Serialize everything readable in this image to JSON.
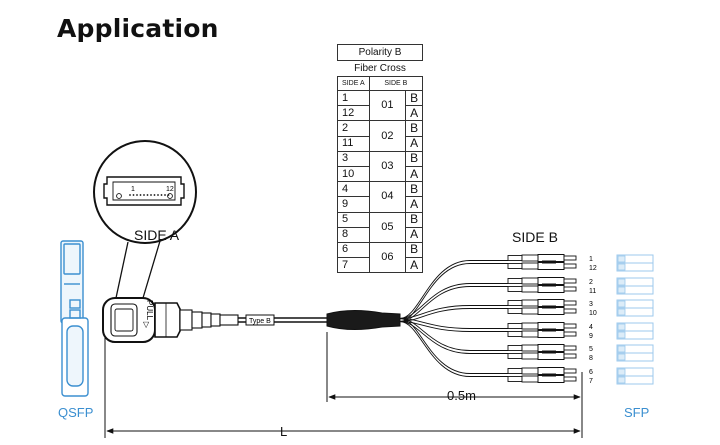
{
  "title": "Application",
  "side_a": {
    "label": "SIDE A",
    "connector_left": "1",
    "connector_right": "12"
  },
  "side_b": {
    "label": "SIDE B"
  },
  "qsfp_label": "QSFP",
  "sfp_label": "SFP",
  "pull_label": "PULL",
  "cable_tag": "Type B",
  "length_branch": "0.5m",
  "length_total": "L",
  "table": {
    "title": "Polarity B",
    "subtitle": "Fiber Cross",
    "col_a": "SIDE A",
    "col_b": "SIDE B",
    "pairs": [
      {
        "a1": "1",
        "a2": "12",
        "port": "01",
        "b1": "B",
        "b2": "A"
      },
      {
        "a1": "2",
        "a2": "11",
        "port": "02",
        "b1": "B",
        "b2": "A"
      },
      {
        "a1": "3",
        "a2": "10",
        "port": "03",
        "b1": "B",
        "b2": "A"
      },
      {
        "a1": "4",
        "a2": "9",
        "port": "04",
        "b1": "B",
        "b2": "A"
      },
      {
        "a1": "5",
        "a2": "8",
        "port": "05",
        "b1": "B",
        "b2": "A"
      },
      {
        "a1": "6",
        "a2": "7",
        "port": "06",
        "b1": "B",
        "b2": "A"
      }
    ]
  },
  "breakouts": [
    {
      "n1": "1",
      "n2": "12"
    },
    {
      "n1": "2",
      "n2": "11"
    },
    {
      "n1": "3",
      "n2": "10"
    },
    {
      "n1": "4",
      "n2": "9"
    },
    {
      "n1": "5",
      "n2": "8"
    },
    {
      "n1": "6",
      "n2": "7"
    }
  ],
  "colors": {
    "accent": "#3b8fd0",
    "sfp": "#9cc9ec",
    "boot": "#1a1a1a"
  }
}
